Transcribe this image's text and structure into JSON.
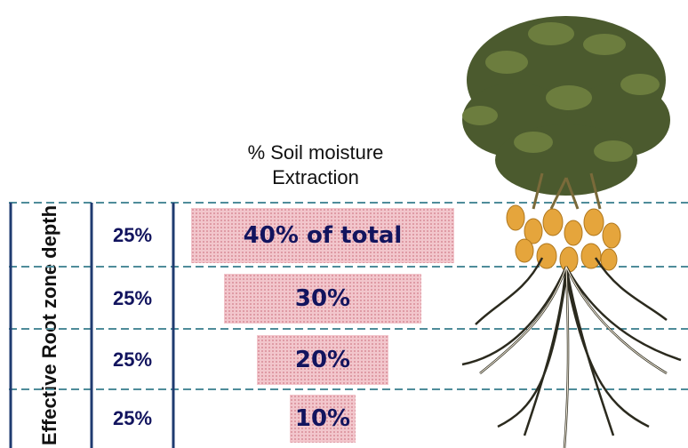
{
  "chart_data": {
    "type": "bar",
    "title": "% Soil moisture Extraction",
    "title_lines": [
      "% Soil moisture",
      "Extraction"
    ],
    "ylabel": "Effective Root zone depth",
    "categories": [
      "25%",
      "25%",
      "25%",
      "25%"
    ],
    "values": [
      40,
      30,
      20,
      10
    ],
    "bar_labels": [
      "40% of total",
      "30%",
      "20%",
      "10%"
    ],
    "colors": {
      "bar": "#f2c6cc",
      "text": "#12145e",
      "dashed_line": "#4f8c9a",
      "vertical_line": "#1f3b70"
    }
  },
  "illustration": {
    "icon": "peanut-plant-icon"
  }
}
